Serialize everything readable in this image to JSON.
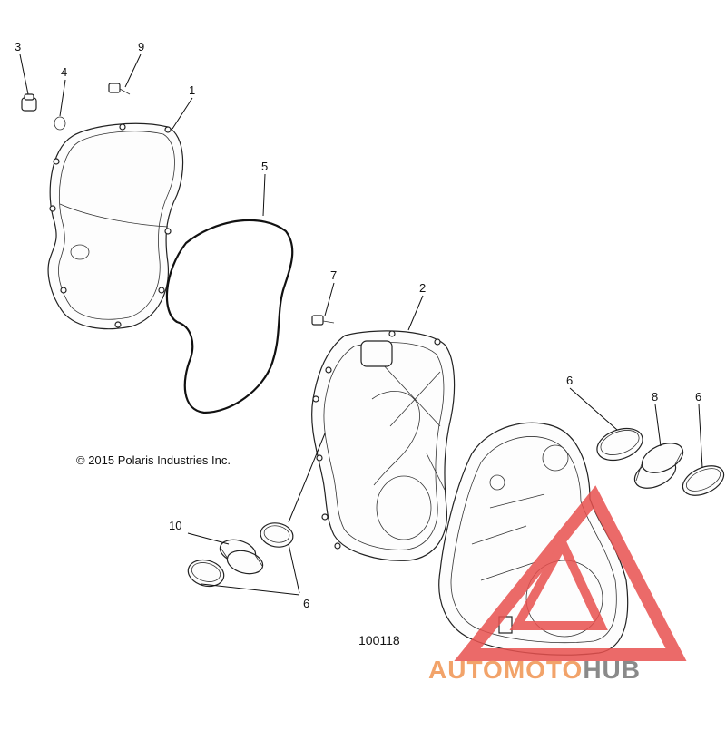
{
  "copyright": "© 2015 Polaris Industries Inc.",
  "figure_id": "100118",
  "watermark": {
    "brand_part1": "AUTOMOTO",
    "brand_part2": "HUB",
    "color_primary": "#f2a36a",
    "color_secondary": "#8a8a8a",
    "color_triangle": "#e8514f"
  },
  "callouts": {
    "c1": "1",
    "c2": "2",
    "c3": "3",
    "c4": "4",
    "c5": "5",
    "c6a": "6",
    "c6b": "6",
    "c6c": "6",
    "c7": "7",
    "c8": "8",
    "c9": "9",
    "c10": "10"
  }
}
